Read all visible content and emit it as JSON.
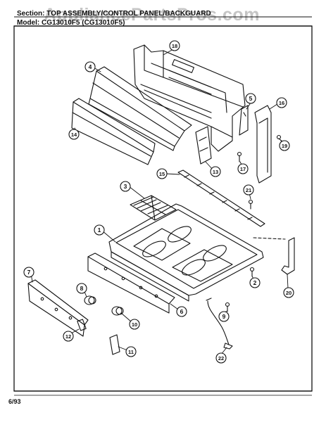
{
  "header": {
    "section_label": "Section:",
    "section_value": "TOP ASSEMBLY/CONTROL PANEL/BACKGUARD",
    "model_label": "Model:",
    "model_value": "CG13010F5 (CG13010F5)"
  },
  "watermark": "AppliancePartsPros.com",
  "footer": {
    "date": "6/93"
  },
  "callouts": [
    {
      "id": "18",
      "label": "18"
    },
    {
      "id": "4",
      "label": "4"
    },
    {
      "id": "5",
      "label": "5"
    },
    {
      "id": "16",
      "label": "16"
    },
    {
      "id": "14",
      "label": "14"
    },
    {
      "id": "19",
      "label": "19"
    },
    {
      "id": "13",
      "label": "13"
    },
    {
      "id": "17",
      "label": "17"
    },
    {
      "id": "15",
      "label": "15"
    },
    {
      "id": "3",
      "label": "3"
    },
    {
      "id": "21",
      "label": "21"
    },
    {
      "id": "1",
      "label": "1"
    },
    {
      "id": "7",
      "label": "7"
    },
    {
      "id": "2",
      "label": "2"
    },
    {
      "id": "8",
      "label": "8"
    },
    {
      "id": "20",
      "label": "20"
    },
    {
      "id": "6",
      "label": "6"
    },
    {
      "id": "10",
      "label": "10"
    },
    {
      "id": "9",
      "label": "9"
    },
    {
      "id": "12",
      "label": "12"
    },
    {
      "id": "11",
      "label": "11"
    },
    {
      "id": "22",
      "label": "22"
    }
  ]
}
